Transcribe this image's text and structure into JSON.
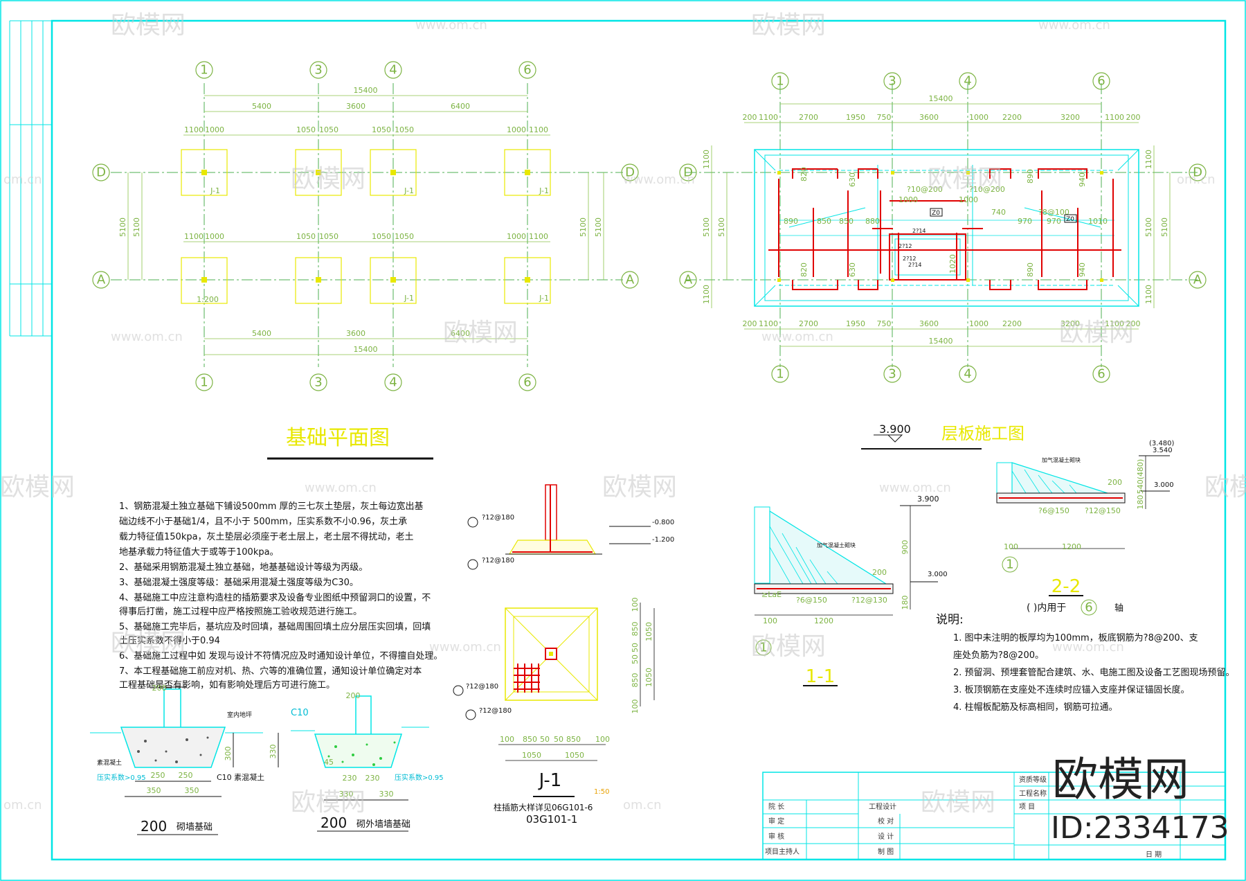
{
  "plan_left": {
    "title": "基础平面图",
    "axes_top": [
      "1",
      "3",
      "4",
      "6"
    ],
    "axes_rows": [
      "D",
      "A"
    ],
    "overall_dim": "15400",
    "bay_dims": [
      "5400",
      "3600",
      "6400"
    ],
    "bay_dims_bottom": [
      "5400",
      "3600",
      "6400"
    ],
    "overall_bottom": "15400",
    "side_dim": "5100",
    "footing_half": "1100",
    "footing_half_b": "1000",
    "footing_half_c": "1050",
    "footing_label": "J-1",
    "scale_note": "1:200"
  },
  "plan_right": {
    "level": "3.900",
    "title": "层板施工图",
    "axes_top": [
      "1",
      "3",
      "4",
      "6"
    ],
    "axes_rows": [
      "D",
      "A"
    ],
    "overall_dim": "15400",
    "segments": [
      "200",
      "1100",
      "2700",
      "1950",
      "750",
      "3600",
      "1000",
      "2200",
      "3200",
      "1100",
      "200"
    ],
    "side_dims": [
      "1100",
      "5100",
      "1100"
    ],
    "rebar_labels": [
      "?10@200",
      "?10@200",
      "?8@100",
      "1000",
      "1000",
      "850",
      "850",
      "880",
      "890",
      "740",
      "970",
      "970",
      "1010",
      "820",
      "630",
      "890",
      "940",
      "1020"
    ],
    "tags": [
      "Z0",
      "Z0"
    ],
    "small_tags": [
      "2?14",
      "2?12",
      "2?12",
      "2?14"
    ]
  },
  "notes_left": [
    "1、钢筋混凝土独立基础下铺设500mm    厚的三七灰土垫层，灰土每边宽出基",
    "   础边线不小于基础1/4，且不小于    500mm，压实系数不小0.96，灰土承",
    "   载力特征值150kpa，灰土垫层必须座于老土层上，老土层不得扰动，老土",
    "   地基承载力特征值大于或等于100kpa。",
    "2、基础采用钢筋混凝土独立基础，地基基础设计等级为丙级。",
    "3、基础混凝土强度等级：基础采用混凝土强度等级为C30。",
    "4、基础施工中应注意构造柱的插筋要求及设备专业图纸中预留洞口的设置，不",
    "   得事后打凿，施工过程中应严格按照施工验收规范进行施工。",
    "5、基础施工完毕后，基坑应及时回填，基础周围回填土应分层压实回填，回填",
    "   土压实系数不得小于0.94",
    "6、基础施工过程中如    发现与设计不符情况应及时通知设计单位，不得擅自处理。",
    "7、本工程基础施工前应对机、热、穴等的准确位置，通知设计单位确定对本",
    "   工程基础是否有影响，如有影响处理后方可进行施工。"
  ],
  "detail_j1": {
    "rebar_a": "?12@180",
    "rebar_b": "?12@180",
    "rebar_c": "?12@180",
    "rebar_d": "?12@180",
    "level_1": "-0.800",
    "level_2": "-1.200",
    "dims_h": [
      "100",
      "850",
      "50",
      "50",
      "850",
      "100"
    ],
    "dims_h2": [
      "1050",
      "1050"
    ],
    "dims_v": [
      "100",
      "850",
      "50",
      "50",
      "850",
      "100"
    ],
    "dims_v2": [
      "1050",
      "1050"
    ],
    "name": "J-1",
    "scale": "1:50",
    "ref_1": "柱插筋大样详见06G101-6",
    "ref_2": "03G101-1"
  },
  "detail_wall": {
    "dim_top": "200",
    "label_a": "室内地坪",
    "label_b": "素混凝土",
    "label_c": "C10  素混凝土",
    "label_d": "素混凝土",
    "compact": "压实系数>0.95",
    "dim_300": "300",
    "dims_250": [
      "250",
      "250"
    ],
    "dims_350": [
      "350",
      "350"
    ],
    "name_num": "200",
    "name": "砌墙基础"
  },
  "detail_outer": {
    "c10": "C10",
    "label_top": "200",
    "dim_330": "330",
    "angle": "45",
    "dims_230": [
      "230",
      "230"
    ],
    "dims_330": [
      "330",
      "330"
    ],
    "compact": "压实系数>0.95",
    "name_num": "200",
    "name": "砌外墙墙基础"
  },
  "section_11": {
    "level_top": "3.900",
    "level_low": "3.000",
    "dim_v": "900",
    "dim_v2": "180",
    "dim_w": "1200",
    "dim_100": "100",
    "dim_200": "200",
    "rebar_1": "?6@150",
    "rebar_2": "?12@130",
    "lae": "≥LaE",
    "axis": "1",
    "name": "1-1",
    "hatch_label": "加气混凝土砌块"
  },
  "section_22": {
    "level_a": "(3.480)",
    "level_b": "3.540",
    "level_c": "3.000",
    "dim_v": "540(480)",
    "dim_v2": "180",
    "dim_w": "1200",
    "dim_100": "100",
    "dim_200": "200",
    "rebar_1": "?6@150",
    "rebar_2": "?12@150",
    "axis": "1",
    "name": "2-2",
    "paren": "(    )内用于",
    "axis_b": "6",
    "axis_suffix": "轴",
    "hatch_label": "加气混凝土砌块"
  },
  "notes_right": {
    "heading": "说明:",
    "items": [
      "1. 图中未注明的板厚均为100mm，板底钢筋为?8@200、支",
      "   座处负筋为?8@200。",
      "2. 预留洞、预埋套管配合建筑、水、电施工图及设备工艺图现场预留。",
      "3. 板顶钢筋在支座处不连续时应锚入支座并保证锚固长度。",
      "4. 柱帽板配筋及标高相同，钢筋可拉通。"
    ]
  },
  "title_block": {
    "rows_left": [
      "院    长",
      "审    定",
      "审    核",
      "项目主持人"
    ],
    "rows_mid": [
      "校    对",
      "设    计",
      "制    图"
    ],
    "col_right": [
      "资质等级",
      "工程名称",
      "项    目"
    ],
    "date": "日    期",
    "company": "工程设计"
  },
  "watermark": {
    "brand": "欧模网",
    "url": "www.om.cn",
    "url_short": "om.cn",
    "big": "欧模网",
    "id": "ID:2334173"
  },
  "colors": {
    "border": "#00e5e5",
    "grid": "#4caf50",
    "footing": "#e8e800",
    "rebar": "#e00000"
  }
}
